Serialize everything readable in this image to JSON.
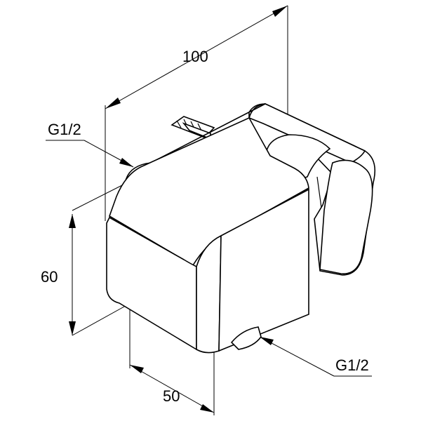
{
  "labels": {
    "dim_width": "100",
    "dim_height": "60",
    "dim_depth": "50",
    "thread_top": "G1/2",
    "thread_bottom": "G1/2"
  }
}
